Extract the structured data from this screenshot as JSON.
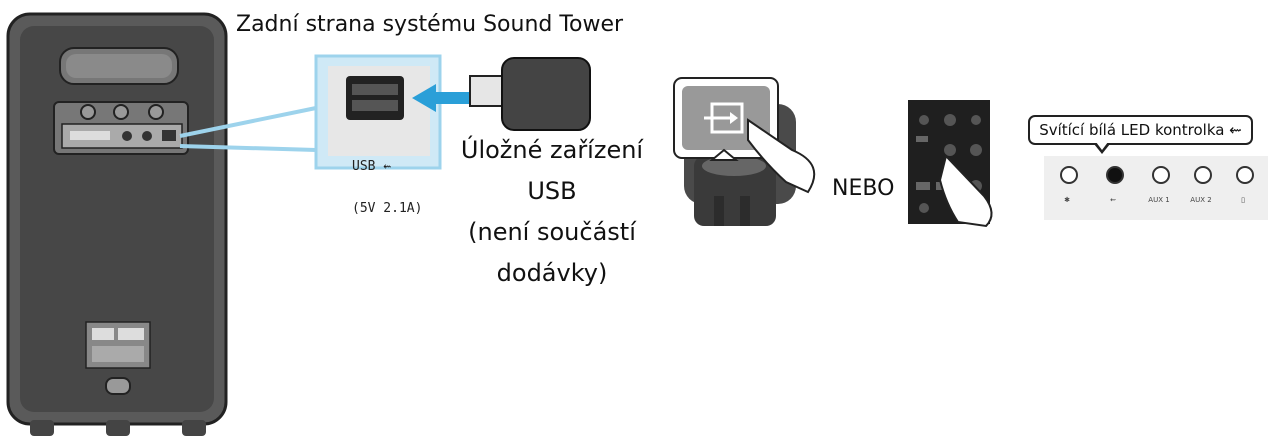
{
  "title": "Zadní strana systému Sound Tower",
  "usb_port": {
    "label": "USB ⇜",
    "spec": "(5V 2.1A)"
  },
  "storage_device": {
    "line1": "Úložné zařízení",
    "line2": "USB",
    "line3": "(není součástí",
    "line4": "dodávky)"
  },
  "or_text": "NEBO",
  "led_callout": "Svítící bílá LED kontrolka ⇜",
  "led_indicators": [
    {
      "label": "✱",
      "state": "off"
    },
    {
      "label": "⇜",
      "state": "on"
    },
    {
      "label": "AUX 1",
      "state": "off"
    },
    {
      "label": "AUX 2",
      "state": "off"
    },
    {
      "label": "▯",
      "state": "off"
    }
  ],
  "colors": {
    "tower_body": "#4a4a4a",
    "port_highlight": "#c8e7f5",
    "arrow": "#2a9fd8",
    "led_on": "#111111"
  }
}
